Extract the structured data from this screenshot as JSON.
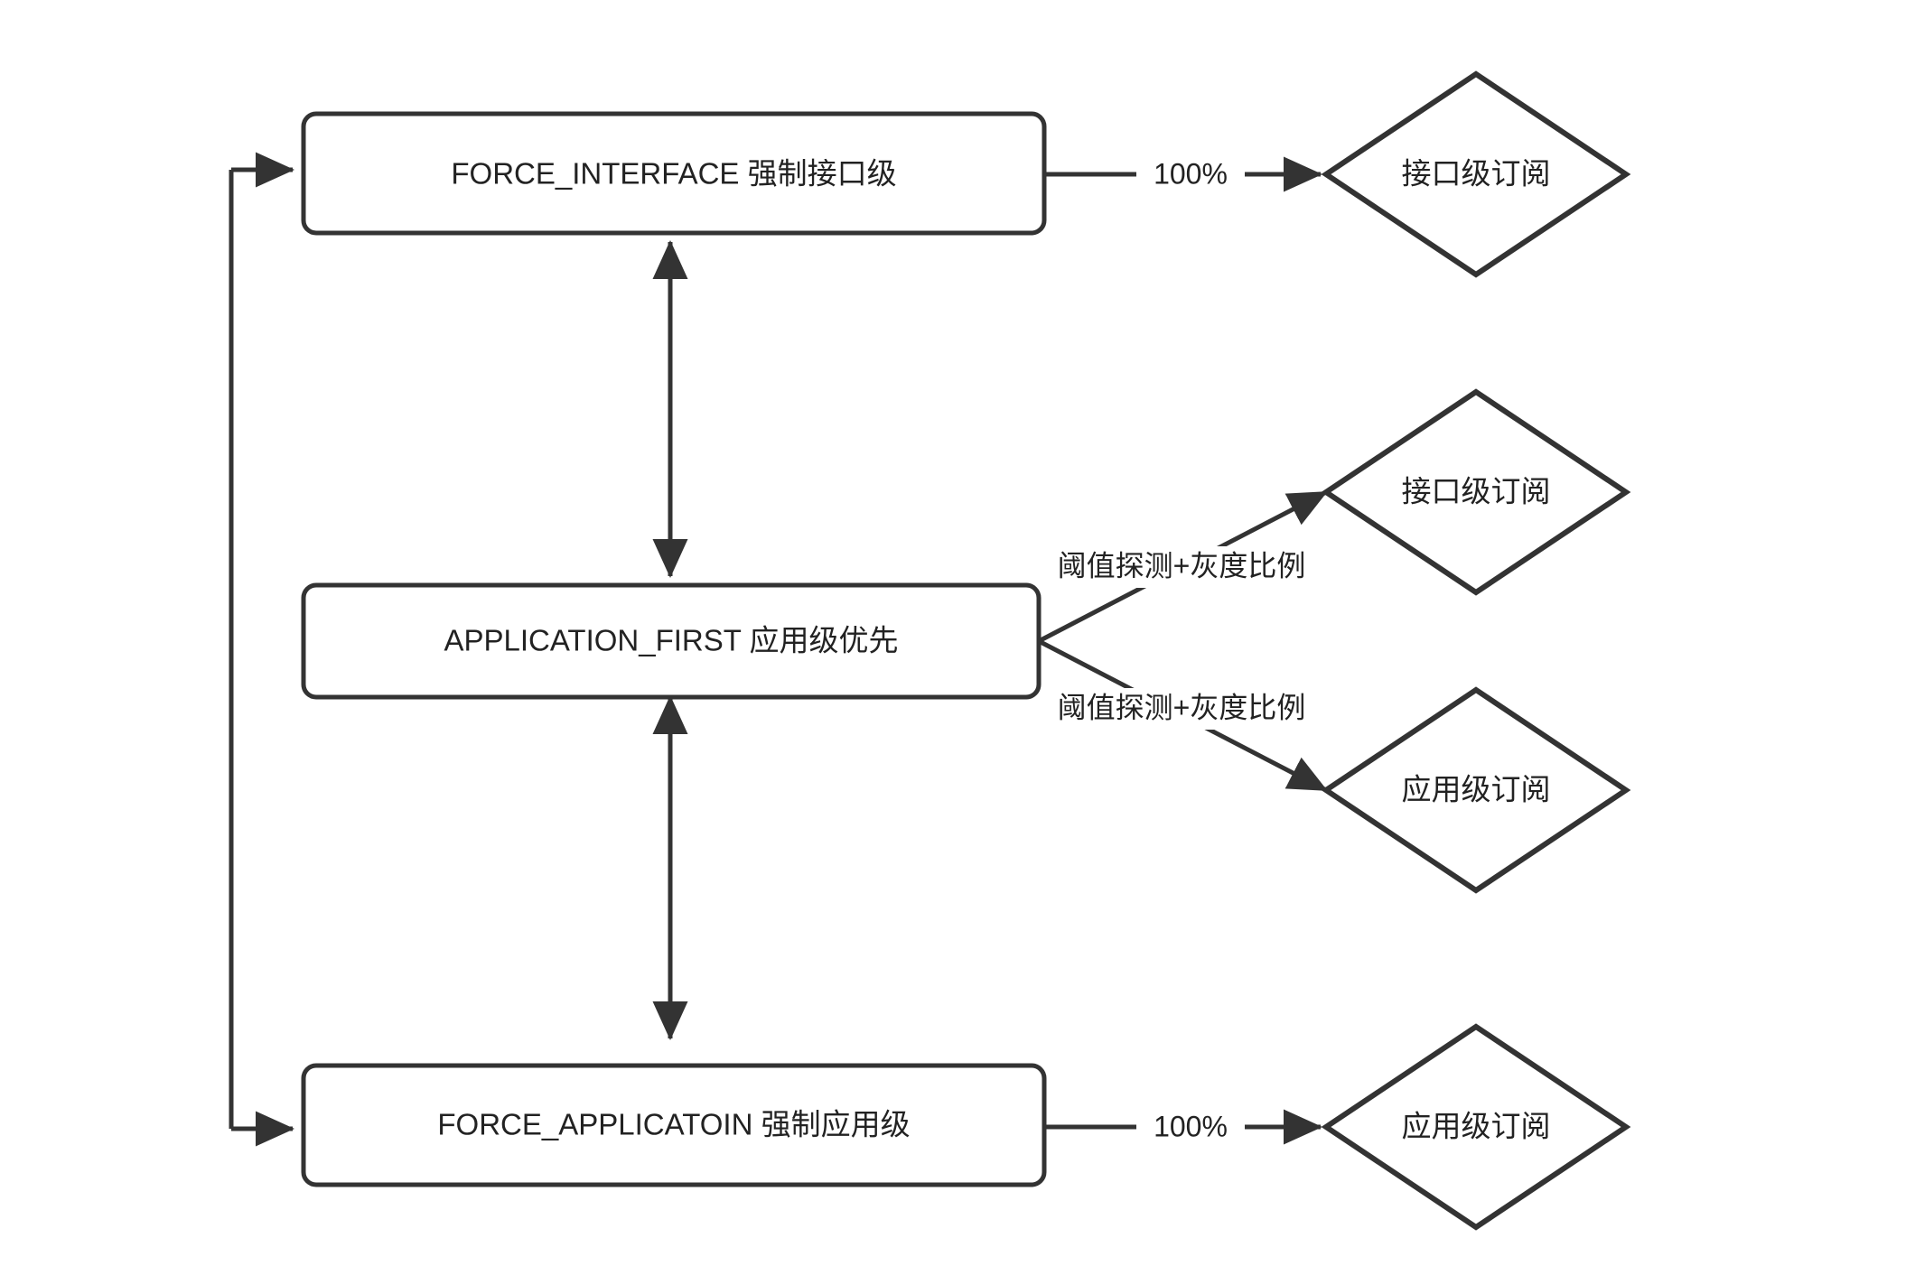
{
  "diagram": {
    "type": "flowchart",
    "background_color": "#ffffff",
    "stroke_color": "#333333",
    "text_color": "#222222",
    "nodes": [
      {
        "id": "force_interface",
        "shape": "rounded-rectangle",
        "label": "FORCE_INTERFACE 强制接口级"
      },
      {
        "id": "application_first",
        "shape": "rounded-rectangle",
        "label": "APPLICATION_FIRST 应用级优先"
      },
      {
        "id": "force_application",
        "shape": "rounded-rectangle",
        "label": "FORCE_APPLICATOIN 强制应用级"
      },
      {
        "id": "interface_sub_top",
        "shape": "diamond",
        "label": "接口级订阅"
      },
      {
        "id": "interface_sub_mid",
        "shape": "diamond",
        "label": "接口级订阅"
      },
      {
        "id": "application_sub_mid",
        "shape": "diamond",
        "label": "应用级订阅"
      },
      {
        "id": "application_sub_bottom",
        "shape": "diamond",
        "label": "应用级订阅"
      }
    ],
    "edges": [
      {
        "id": "edge-force-interface-to-interface-sub",
        "from": "force_interface",
        "to": "interface_sub_top",
        "label": "100%",
        "arrow": "single"
      },
      {
        "id": "edge-app-first-to-interface-sub",
        "from": "application_first",
        "to": "interface_sub_mid",
        "label": "阈值探测+灰度比例",
        "arrow": "single"
      },
      {
        "id": "edge-app-first-to-app-sub",
        "from": "application_first",
        "to": "application_sub_mid",
        "label": "阈值探测+灰度比例",
        "arrow": "single"
      },
      {
        "id": "edge-force-application-to-app-sub",
        "from": "force_application",
        "to": "application_sub_bottom",
        "label": "100%",
        "arrow": "single"
      },
      {
        "id": "edge-interface-appfirst-bidirectional",
        "from": "force_interface",
        "to": "application_first",
        "label": "",
        "arrow": "double"
      },
      {
        "id": "edge-appfirst-forceapp-bidirectional",
        "from": "application_first",
        "to": "force_application",
        "label": "",
        "arrow": "double"
      },
      {
        "id": "edge-loop-to-force-interface",
        "from": "loop-bus",
        "to": "force_interface",
        "label": "",
        "arrow": "single"
      },
      {
        "id": "edge-loop-to-force-application",
        "from": "loop-bus",
        "to": "force_application",
        "label": "",
        "arrow": "single"
      }
    ]
  }
}
